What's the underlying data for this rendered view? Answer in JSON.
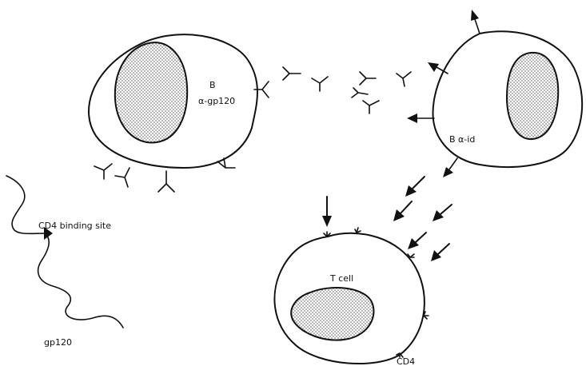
{
  "labels": {
    "b_cell_anti_gp120_line1": "B",
    "b_cell_anti_gp120_line2": "α-gp120",
    "b_cell_anti_id": "B α-id",
    "t_cell": "T cell",
    "cd4": "CD4",
    "cd4_binding_site": "CD4 binding site",
    "gp120": "gp120"
  },
  "colors": {
    "ink": "#111111",
    "background": "#ffffff",
    "stipple": "#555555"
  }
}
